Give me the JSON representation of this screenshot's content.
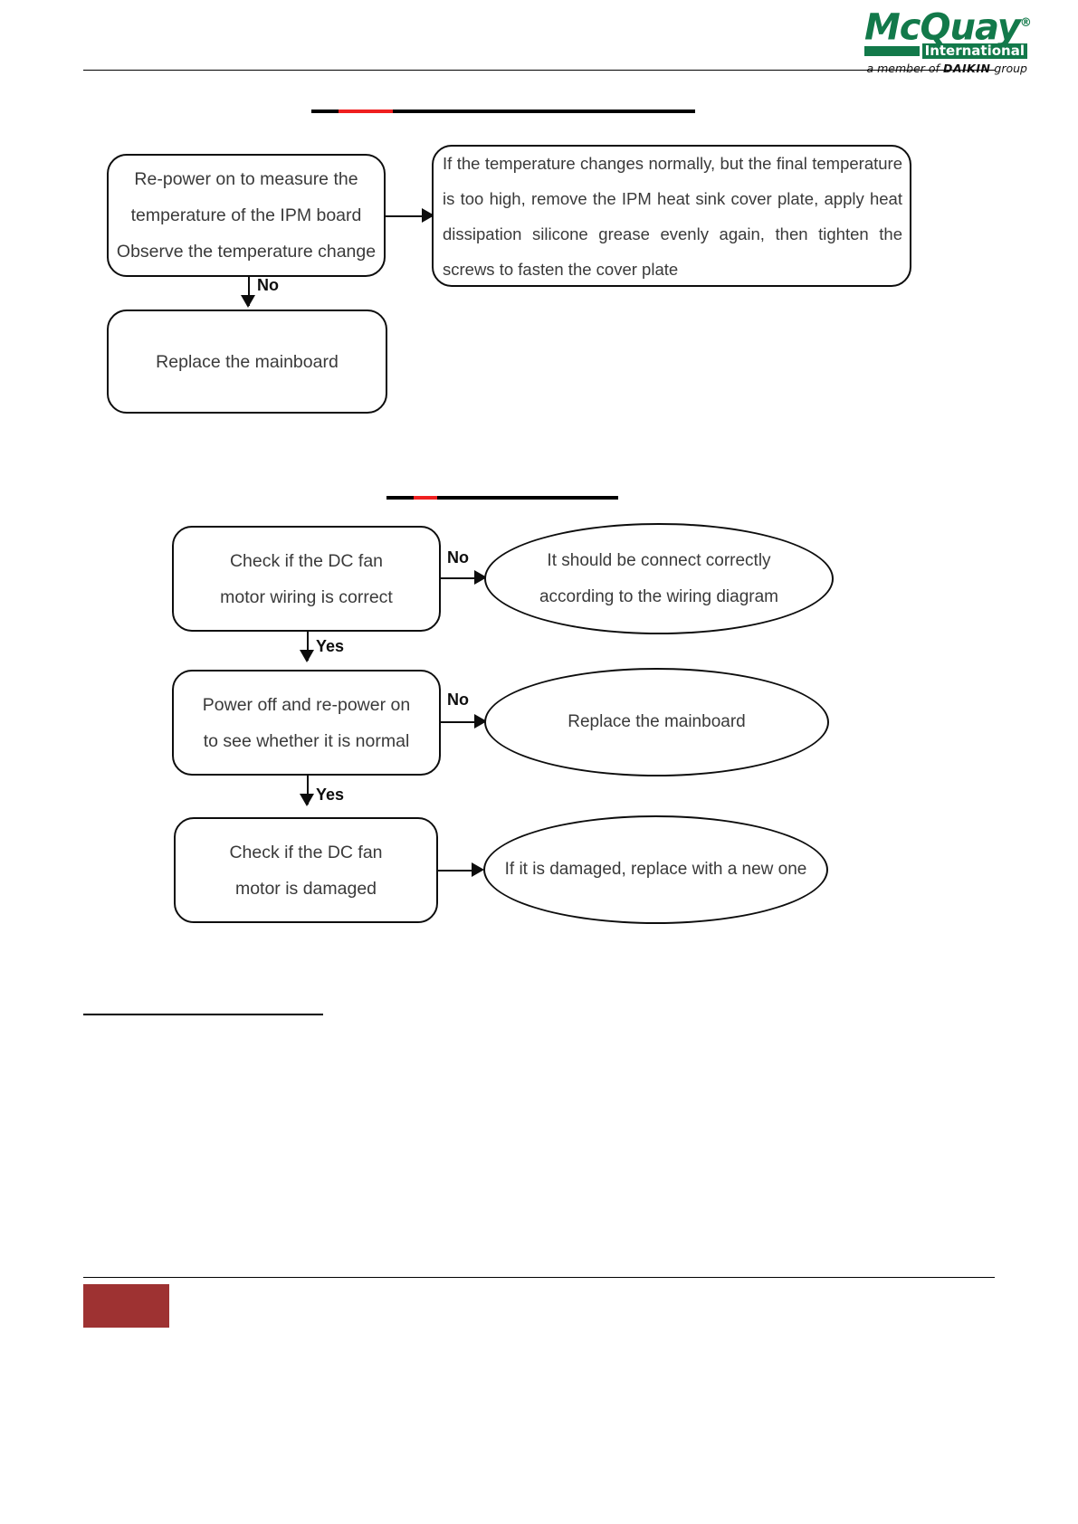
{
  "header": {
    "logo": {
      "brand": "McQuay",
      "registered": "®",
      "sub": "International",
      "tagline_prefix": "a member of ",
      "tagline_brand": "DAIKIN",
      "tagline_suffix": " group",
      "brand_color": "#12794a"
    }
  },
  "headings": {
    "heading_one": "",
    "heading_two": "",
    "redaction_color": "#000000",
    "redaction_accent": "#ef1f1f"
  },
  "flowchart_one": {
    "start_box": {
      "line1": "Re-power on to measure the",
      "line2": "temperature of the IPM board",
      "line3": "Observe the temperature change"
    },
    "result_box": {
      "text": "If the temperature changes normally, but the final temperature is too high, remove the IPM heat sink cover plate, apply heat dissipation silicone grease evenly again, then tighten the screws to fasten the cover plate"
    },
    "edge_label_no": "No",
    "end_box": {
      "text": "Replace the mainboard"
    }
  },
  "flowchart_two": {
    "steps": [
      {
        "box_line1": "Check if the DC fan",
        "box_line2": "motor wiring is correct",
        "branch_label": "No",
        "result_line1": "It should be connect correctly",
        "result_line2": "according to the wiring diagram",
        "next_label": "Yes"
      },
      {
        "box_line1": "Power off and re-power on",
        "box_line2": "to see whether it is normal",
        "branch_label": "No",
        "result_line1": "Replace the mainboard",
        "result_line2": "",
        "next_label": "Yes"
      },
      {
        "box_line1": "Check if the DC fan",
        "box_line2": "motor is damaged",
        "branch_label": "",
        "result_line1": "If it is damaged, replace with a new one",
        "result_line2": "",
        "next_label": ""
      }
    ]
  },
  "footer": {
    "marker_color": "#9e3232"
  }
}
